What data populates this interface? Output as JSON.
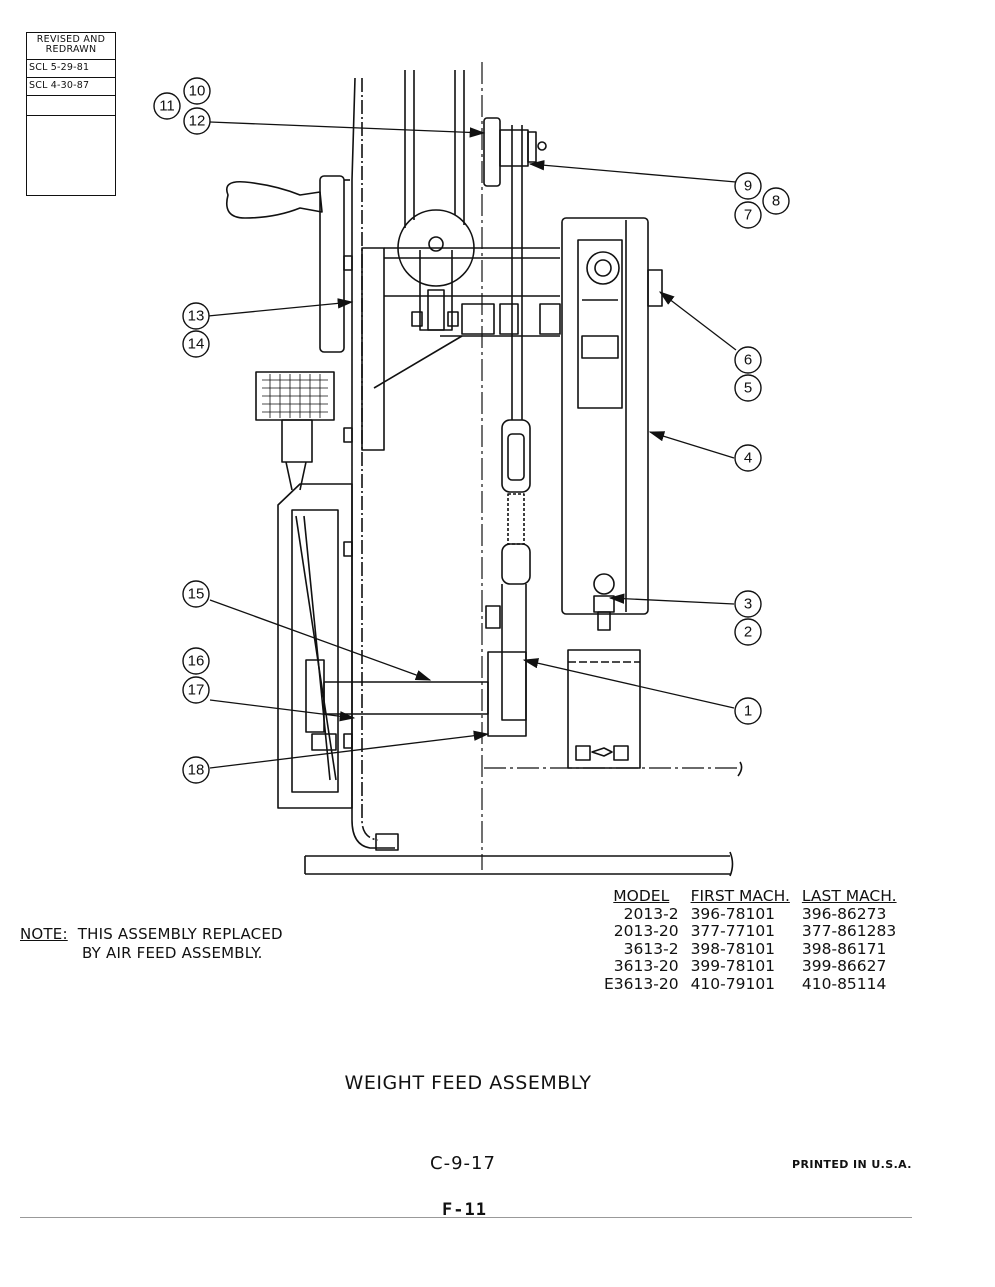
{
  "revision_block": {
    "header": "REVISED AND REDRAWN",
    "entries": [
      "SCL 5-29-81",
      "SCL 4-30-87"
    ]
  },
  "callouts": [
    "1",
    "2",
    "3",
    "4",
    "5",
    "6",
    "7",
    "8",
    "9",
    "10",
    "11",
    "12",
    "13",
    "14",
    "15",
    "16",
    "17",
    "18"
  ],
  "note": {
    "label": "NOTE:",
    "line1": "THIS ASSEMBLY REPLACED",
    "line2": "BY AIR FEED ASSEMBLY."
  },
  "model_table": {
    "headers": [
      "MODEL",
      "FIRST MACH.",
      "LAST MACH."
    ],
    "rows": [
      [
        "2013-2",
        "396-78101",
        "396-86273"
      ],
      [
        "2013-20",
        "377-77101",
        "377-861283"
      ],
      [
        "3613-2",
        "398-78101",
        "398-86171"
      ],
      [
        "3613-20",
        "399-78101",
        "399-86627"
      ],
      [
        "E3613-20",
        "410-79101",
        "410-85114"
      ]
    ]
  },
  "title": "WEIGHT FEED ASSEMBLY",
  "page_number": "C-9-17",
  "printed": "PRINTED IN U.S.A.",
  "footer_code": "F-11"
}
